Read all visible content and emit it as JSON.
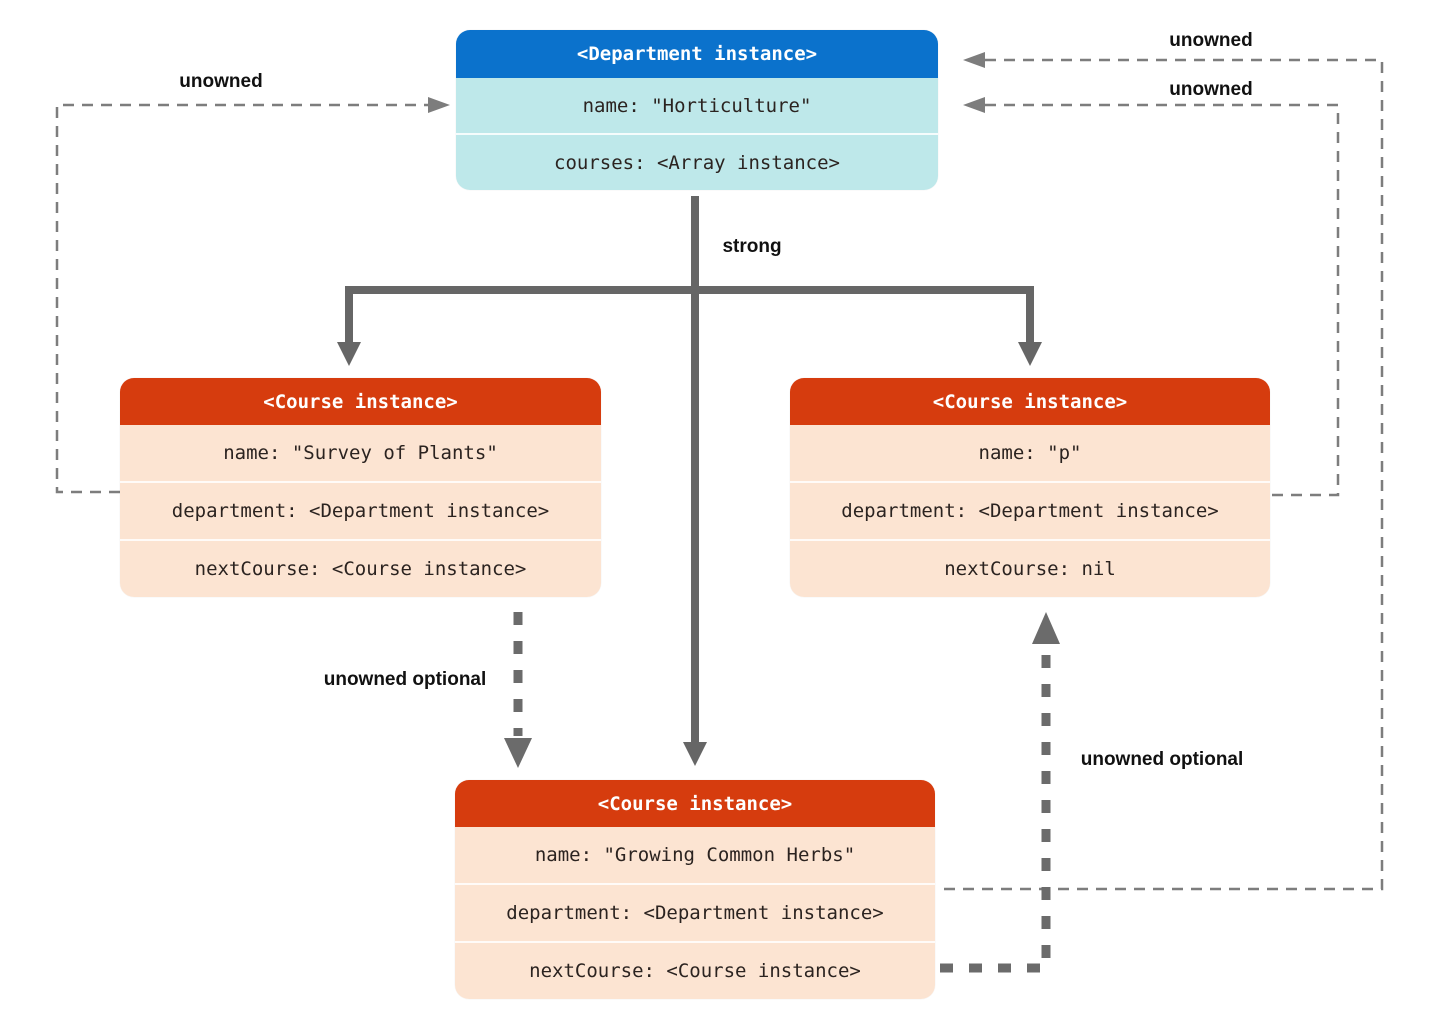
{
  "nodes": {
    "department": {
      "header": "<Department instance>",
      "rows": [
        "name: \"Horticulture\"",
        "courses: <Array instance>"
      ]
    },
    "course_left": {
      "header": "<Course instance>",
      "rows": [
        "name: \"Survey of Plants\"",
        "department: <Department instance>",
        "nextCourse: <Course instance>"
      ]
    },
    "course_right": {
      "header": "<Course instance>",
      "rows": [
        "name: \"p\"",
        "department: <Department instance>",
        "nextCourse: nil"
      ]
    },
    "course_bottom": {
      "header": "<Course instance>",
      "rows": [
        "name: \"Growing Common Herbs\"",
        "department: <Department instance>",
        "nextCourse: <Course instance>"
      ]
    }
  },
  "labels": {
    "strong": "strong",
    "unowned_left": "unowned",
    "unowned_right_outer": "unowned",
    "unowned_right_inner": "unowned",
    "unowned_optional_left": "unowned optional",
    "unowned_optional_right": "unowned optional"
  },
  "colors": {
    "dept_header": "#0b72cc",
    "dept_body": "#bee8ea",
    "course_header": "#d63c0e",
    "course_body": "#fce4d2",
    "strong_arrow": "#666666",
    "dashed_arrow": "#7d7d7d",
    "dotted_arrow": "#6b6b6b",
    "label_text": "#111111"
  }
}
